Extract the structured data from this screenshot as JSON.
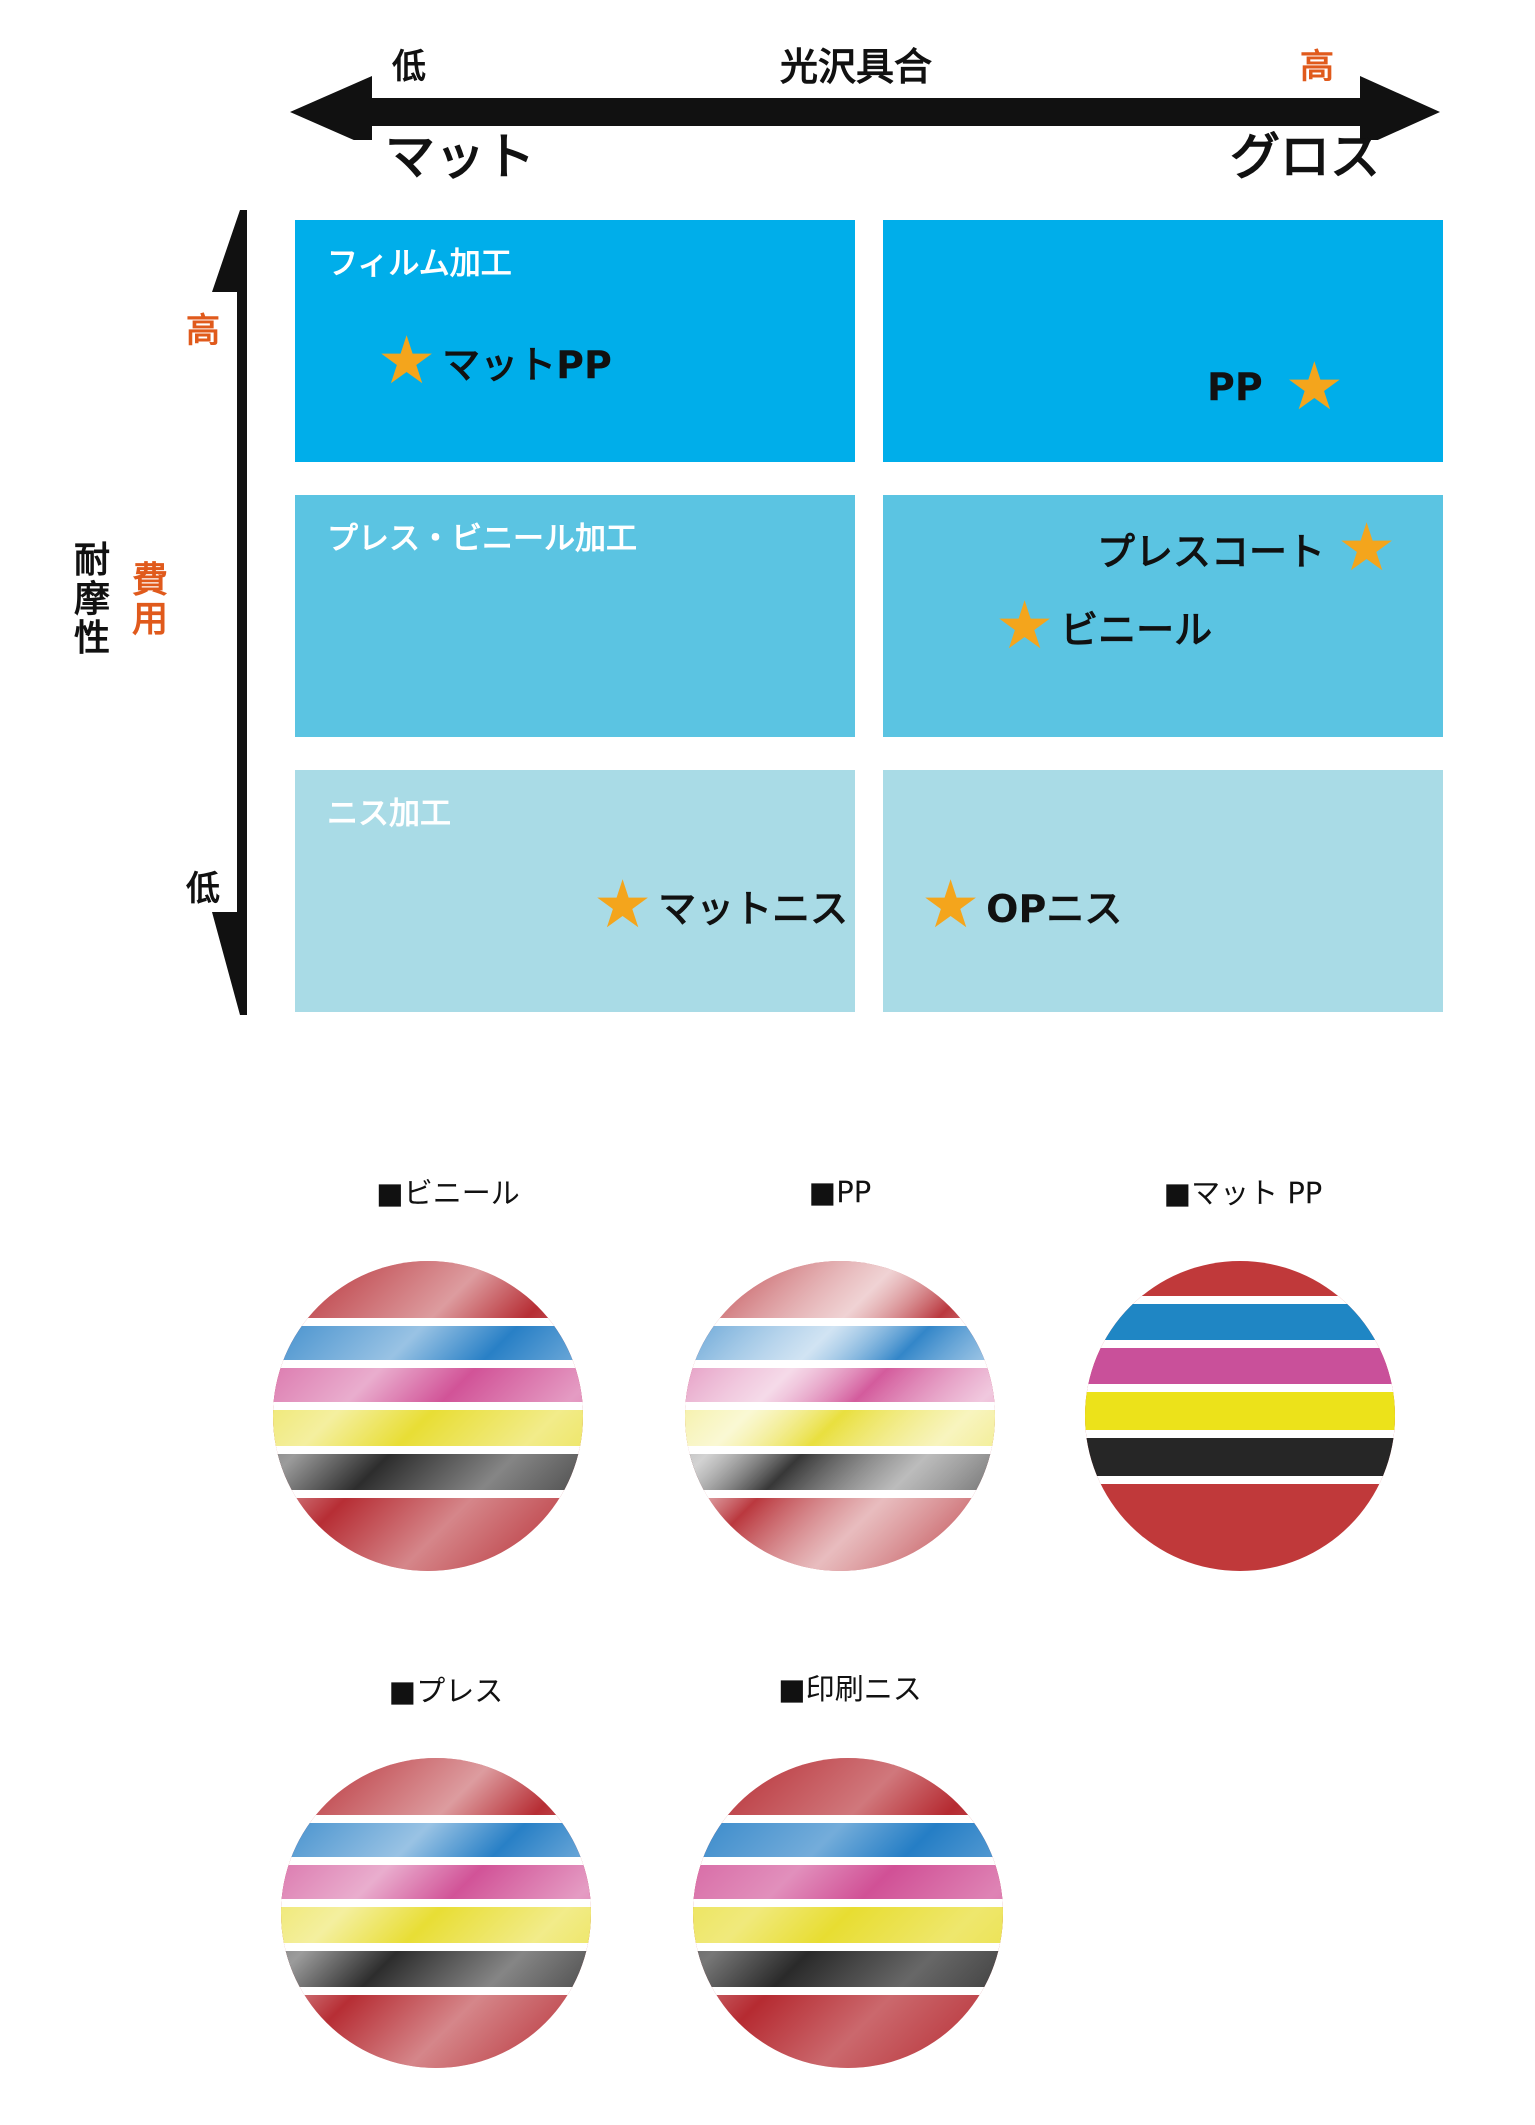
{
  "colors": {
    "film_row": "#00aeea",
    "press_row": "#5bc4e2",
    "nisu_row": "#a9dbe6",
    "accent_orange": "#e05a1c",
    "star": "#f4a51c",
    "arrow": "#111111"
  },
  "top_axis": {
    "title": "光沢具合",
    "low": "低",
    "high": "高",
    "left_end": "マット",
    "right_end": "グロス"
  },
  "side_axis": {
    "title": "耐摩性",
    "cost": "費用",
    "high": "高",
    "low": "低"
  },
  "rows": [
    {
      "title": "フィルム加工",
      "matte_items": [
        {
          "icon": "star-icon",
          "label": "マットPP"
        }
      ],
      "gloss_items": [
        {
          "icon": "star-icon",
          "label": "PP"
        }
      ]
    },
    {
      "title": "プレス・ビニール加工",
      "matte_items": [],
      "gloss_items": [
        {
          "icon": "star-icon",
          "label": "プレスコート"
        },
        {
          "icon": "star-icon",
          "label": "ビニール"
        }
      ]
    },
    {
      "title": "ニス加工",
      "matte_items": [
        {
          "icon": "star-icon",
          "label": "マットニス"
        }
      ],
      "gloss_items": [
        {
          "icon": "star-icon",
          "label": "OPニス"
        }
      ]
    }
  ],
  "samples": [
    {
      "label": "■ビニール",
      "finish": "gloss"
    },
    {
      "label": "■PP",
      "finish": "high-gloss"
    },
    {
      "label": "■マット PP",
      "finish": "matte"
    },
    {
      "label": "■プレス",
      "finish": "gloss"
    },
    {
      "label": "■印刷ニス",
      "finish": "gloss"
    }
  ]
}
